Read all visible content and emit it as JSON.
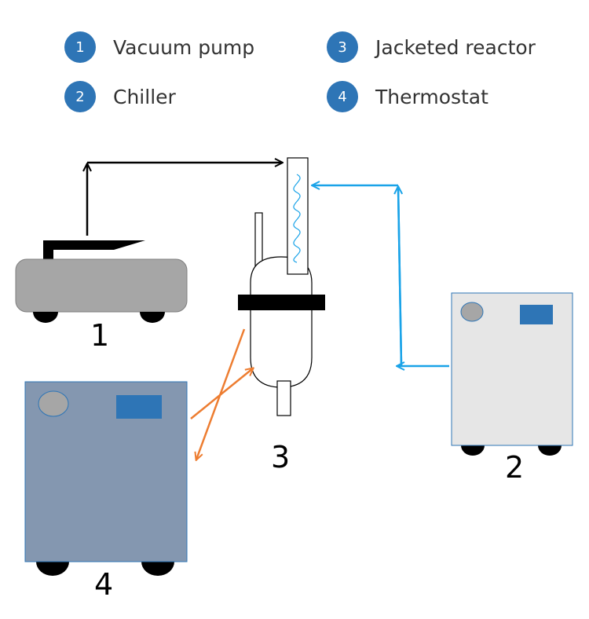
{
  "legend": [
    {
      "number": "1",
      "label": "Vacuum pump"
    },
    {
      "number": "2",
      "label": "Chiller"
    },
    {
      "number": "3",
      "label": "Jacketed reactor"
    },
    {
      "number": "4",
      "label": "Thermostat"
    }
  ],
  "labels": {
    "pump": "1",
    "chiller": "2",
    "reactor": "3",
    "thermostat": "4"
  },
  "colors": {
    "badge": "#2e75b6",
    "vacuum_line": "#000000",
    "cooling_line": "#1aa3e8",
    "heating_line": "#ed7d31",
    "thermostat_body": "#8497b0",
    "chiller_body": "#e6e6e6",
    "pump_body": "#a6a6a6",
    "display": "#2e75b6"
  }
}
